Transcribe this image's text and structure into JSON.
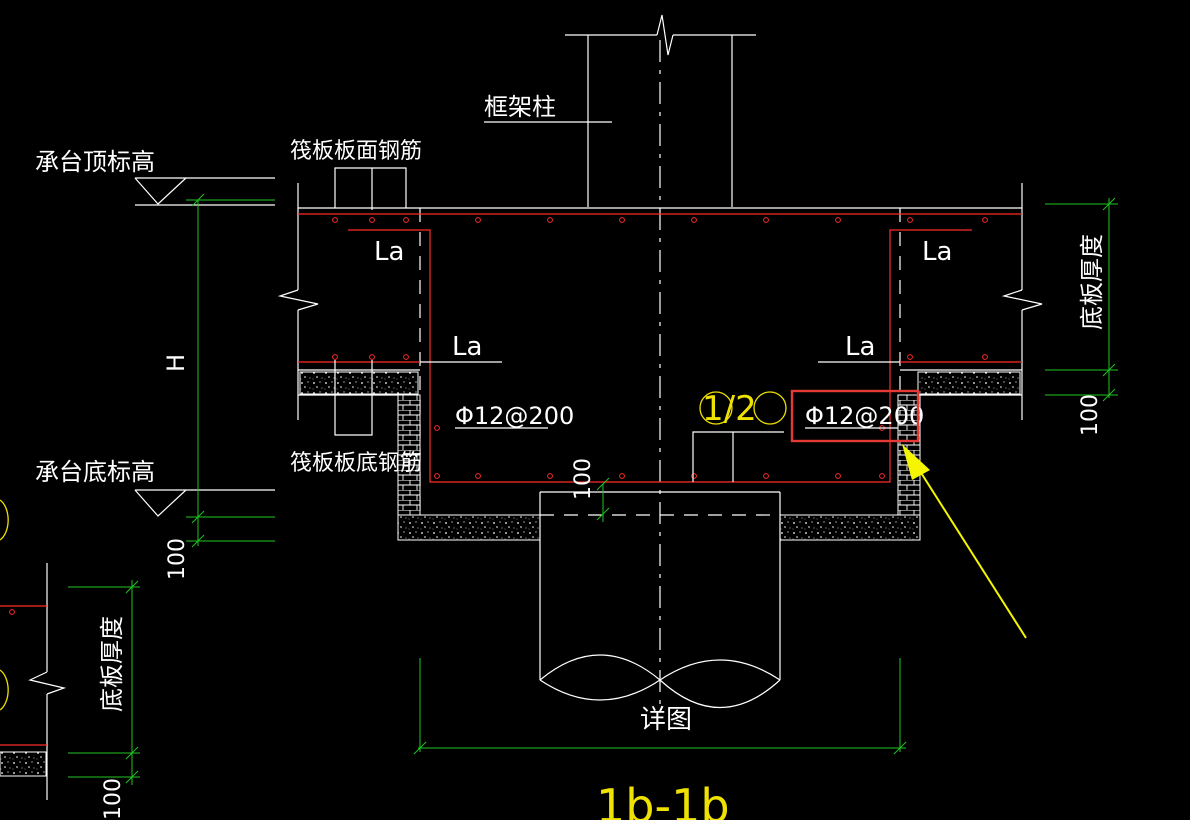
{
  "labels": {
    "column": "框架柱",
    "cap_top_elev": "承台顶标高",
    "cap_bottom_elev": "承台底标高",
    "raft_top_bar": "筏板板面钢筋",
    "raft_bottom_bar": "筏板板底钢筋",
    "la": "La",
    "height": "H",
    "dim_100": "100",
    "bottom_thickness": "底板厚度",
    "rebar_spec": "Φ12@200",
    "ratio": "1/2",
    "detail": "详图",
    "section": "1b-1b"
  },
  "colors": {
    "background": "#000000",
    "lines": "#ffffff",
    "dimension": "#22c322",
    "rebar": "#ff2b2b",
    "highlight": "#e53935",
    "arrow": "#f5f500",
    "section_title": "#f0e200"
  }
}
